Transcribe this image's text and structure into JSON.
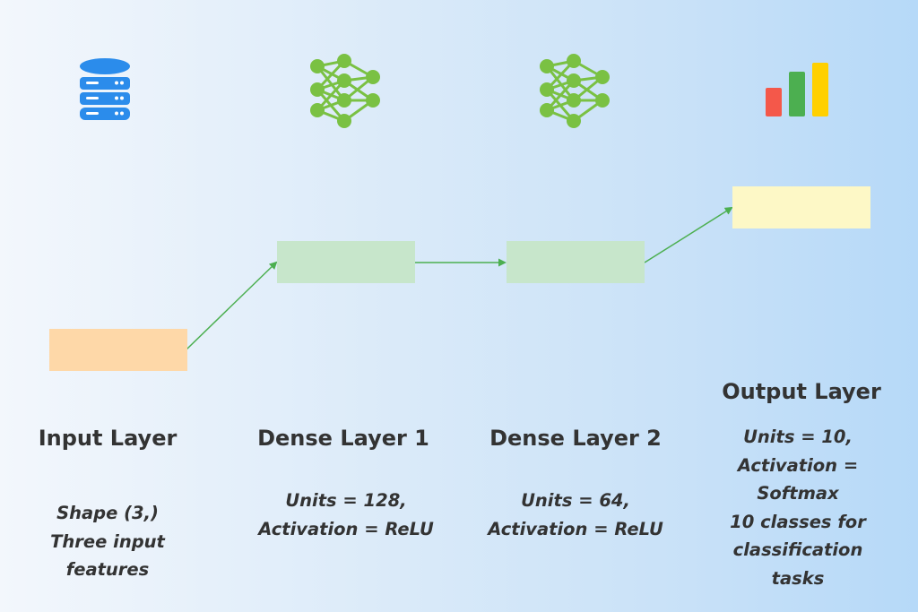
{
  "colors": {
    "input_box": "#fed8a8",
    "dense_box": "#c7e6cb",
    "output_box": "#fdf8c6",
    "arrow": "#4caf50",
    "database_icon": "#2b8ceb",
    "network_icon": "#7ac143",
    "bar_red": "#f4584a",
    "bar_green": "#4caf50",
    "bar_yellow": "#ffd000"
  },
  "icons": {
    "input": "database-icon",
    "dense1": "neural-network-icon",
    "dense2": "neural-network-icon",
    "output": "bar-chart-icon"
  },
  "layers": {
    "input": {
      "title": "Input Layer",
      "lines": [
        "Shape (3,)",
        "Three input",
        "features"
      ]
    },
    "dense1": {
      "title": "Dense Layer 1",
      "lines": [
        "Units = 128,",
        "Activation = ReLU"
      ]
    },
    "dense2": {
      "title": "Dense Layer 2",
      "lines": [
        "Units = 64,",
        "Activation = ReLU"
      ]
    },
    "output": {
      "title": "Output Layer",
      "lines": [
        "Units = 10,",
        "Activation =",
        "Softmax",
        "10 classes for",
        "classification",
        "tasks"
      ]
    }
  }
}
